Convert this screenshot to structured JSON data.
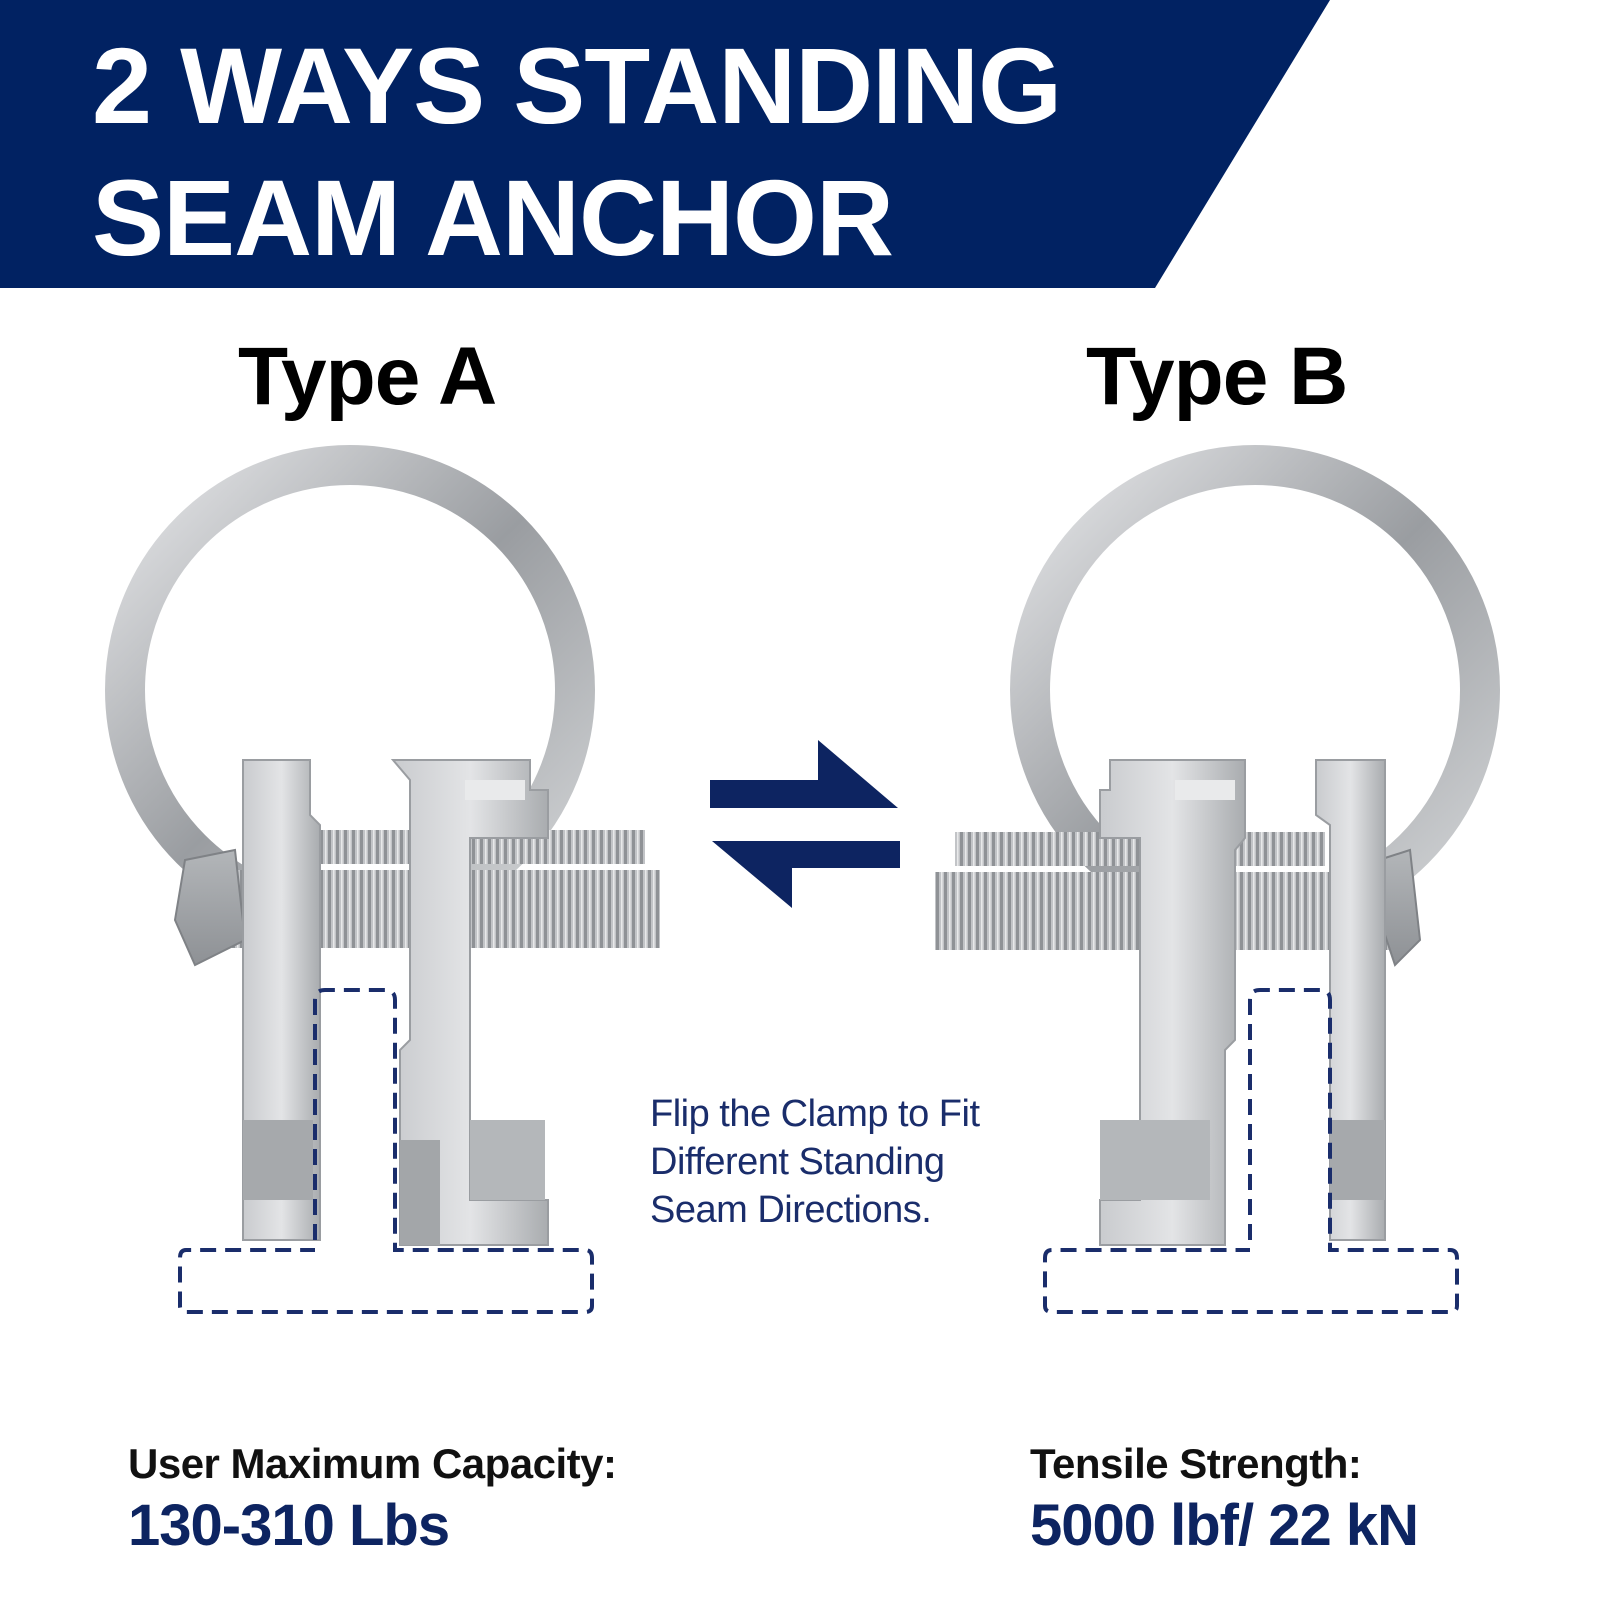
{
  "header": {
    "title_line1": "2 WAYS STANDING",
    "title_line2": "SEAM ANCHOR",
    "banner_color": "#012262"
  },
  "types": {
    "a_label": "Type A",
    "b_label": "Type B"
  },
  "note": {
    "line1": "Flip the Clamp to Fit",
    "line2": "Different Standing",
    "line3": "Seam Directions."
  },
  "specs": {
    "capacity_label": "User Maximum Capacity:",
    "capacity_value": "130-310 Lbs",
    "tensile_label": "Tensile Strength:",
    "tensile_value": "5000 lbf/ 22 kN"
  },
  "colors": {
    "accent": "#0d2461",
    "metal": "#b8babd",
    "dashed_outline": "#1a2d6b"
  },
  "icons": [
    "swap-arrows-icon",
    "anchor-ring-icon",
    "clamp-icon"
  ]
}
